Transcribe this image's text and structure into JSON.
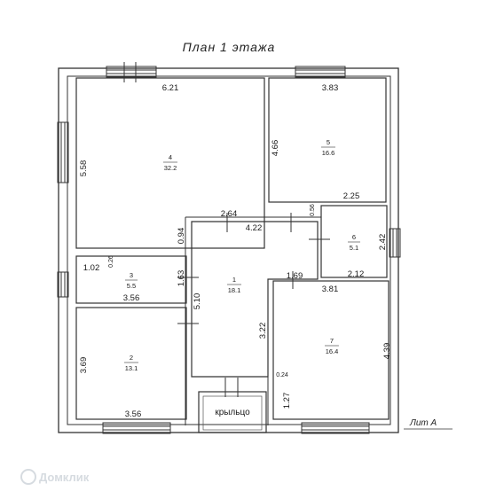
{
  "title": "План  1  этажа",
  "lit_label": "Лит А",
  "porch_label": "крыльцо",
  "watermark": "Домклик",
  "rooms": [
    {
      "number": "1",
      "area": "18.1"
    },
    {
      "number": "2",
      "area": "13.1"
    },
    {
      "number": "3",
      "area": "5.5"
    },
    {
      "number": "4",
      "area": "32.2"
    },
    {
      "number": "5",
      "area": "16.6"
    },
    {
      "number": "6",
      "area": "5.1"
    },
    {
      "number": "7",
      "area": "16.4"
    }
  ],
  "dimensions": {
    "r4_width": "6.21",
    "r4_height": "5.58",
    "r5_width": "3.83",
    "r5_height": "4.66",
    "r5_bottom": "2.25",
    "small_056": "0.56",
    "hall_top_264": "2.64",
    "hall_top_422": "4.22",
    "hall_094": "0.94",
    "r6_height": "2.42",
    "r6_width": "2.12",
    "r3_102": "1.02",
    "r3_026": "0.26",
    "r3_width": "3.56",
    "r3_163": "1.63",
    "hall_169": "1.69",
    "r7_width": "3.81",
    "hall_510": "5.10",
    "hall_322": "3.22",
    "r2_height": "3.69",
    "r2_width": "3.56",
    "r7_height": "4.39",
    "r7_024": "0.24",
    "r7_127": "1.27"
  }
}
